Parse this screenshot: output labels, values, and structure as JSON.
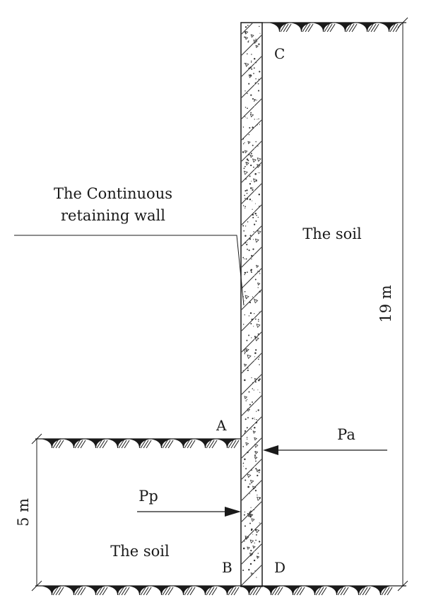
{
  "labels": {
    "wall_line1": "The Continuous",
    "wall_line2": "retaining wall",
    "soil_right": "The soil",
    "soil_left": "The soil",
    "point_a": "A",
    "point_b": "B",
    "point_c": "C",
    "point_d": "D",
    "active_pressure": "Pa",
    "passive_pressure": "Pp",
    "total_height": "19 m",
    "embedded_depth": "5 m"
  }
}
